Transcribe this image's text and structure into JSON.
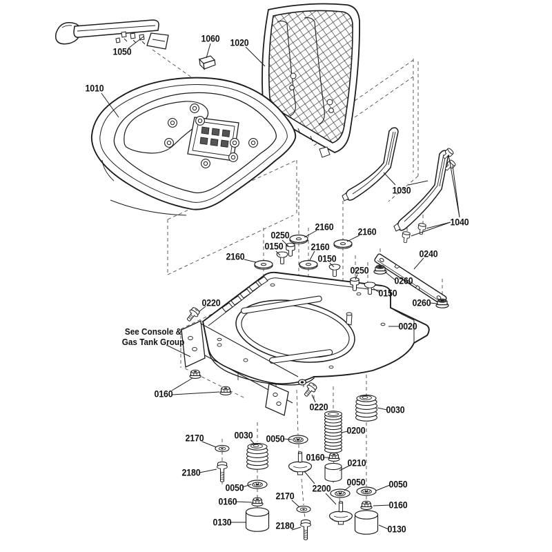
{
  "diagram": {
    "background": "#ffffff",
    "line_color": "#1b1b1b",
    "note": {
      "line1": "See Console &",
      "line2": "Gas Tank Group"
    },
    "labels": [
      {
        "text": "1050"
      },
      {
        "text": "1060"
      },
      {
        "text": "1020"
      },
      {
        "text": "1010"
      },
      {
        "text": "1030"
      },
      {
        "text": "1040"
      },
      {
        "text": "2160"
      },
      {
        "text": "2160"
      },
      {
        "text": "0250"
      },
      {
        "text": "0150"
      },
      {
        "text": "2160"
      },
      {
        "text": "0240"
      },
      {
        "text": "2160"
      },
      {
        "text": "0150"
      },
      {
        "text": "0250"
      },
      {
        "text": "0260"
      },
      {
        "text": "0150"
      },
      {
        "text": "0220"
      },
      {
        "text": "0260"
      },
      {
        "text": "0020"
      },
      {
        "text": "0160"
      },
      {
        "text": "0220"
      },
      {
        "text": "0030"
      },
      {
        "text": "2170"
      },
      {
        "text": "0030"
      },
      {
        "text": "0050"
      },
      {
        "text": "0200"
      },
      {
        "text": "0160"
      },
      {
        "text": "0210"
      },
      {
        "text": "2180"
      },
      {
        "text": "0050"
      },
      {
        "text": "0050"
      },
      {
        "text": "2200"
      },
      {
        "text": "0050"
      },
      {
        "text": "2170"
      },
      {
        "text": "0160"
      },
      {
        "text": "0160"
      },
      {
        "text": "0130"
      },
      {
        "text": "2180"
      },
      {
        "text": "0130"
      }
    ]
  }
}
